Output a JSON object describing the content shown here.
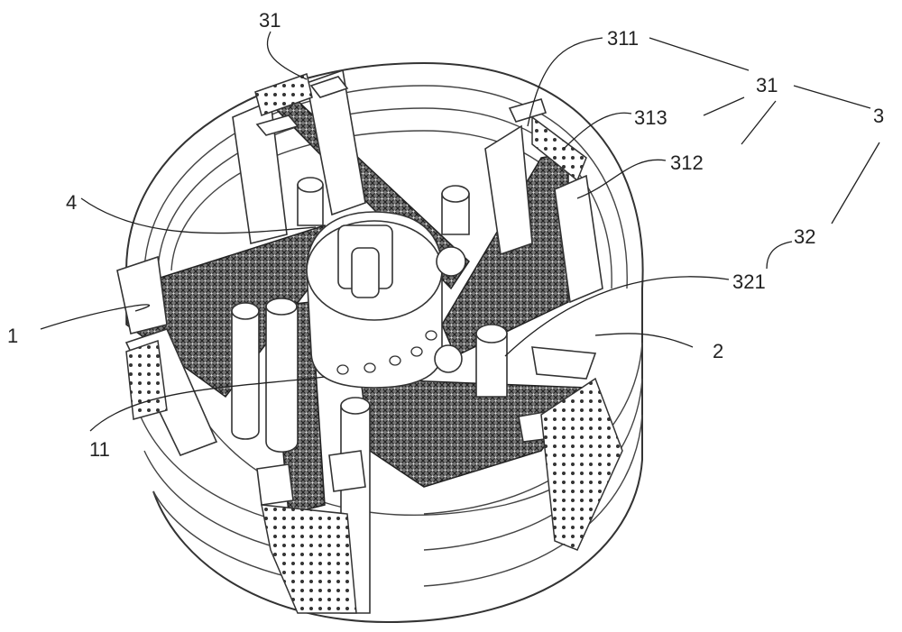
{
  "labels": {
    "l31_top": "31",
    "l311": "311",
    "l31_right": "31",
    "l3": "3",
    "l313": "313",
    "l312": "312",
    "l32": "32",
    "l321": "321",
    "l4": "4",
    "l1": "1",
    "l2": "2",
    "l11": "11"
  },
  "colors": {
    "line": "#333333",
    "background": "#ffffff"
  }
}
